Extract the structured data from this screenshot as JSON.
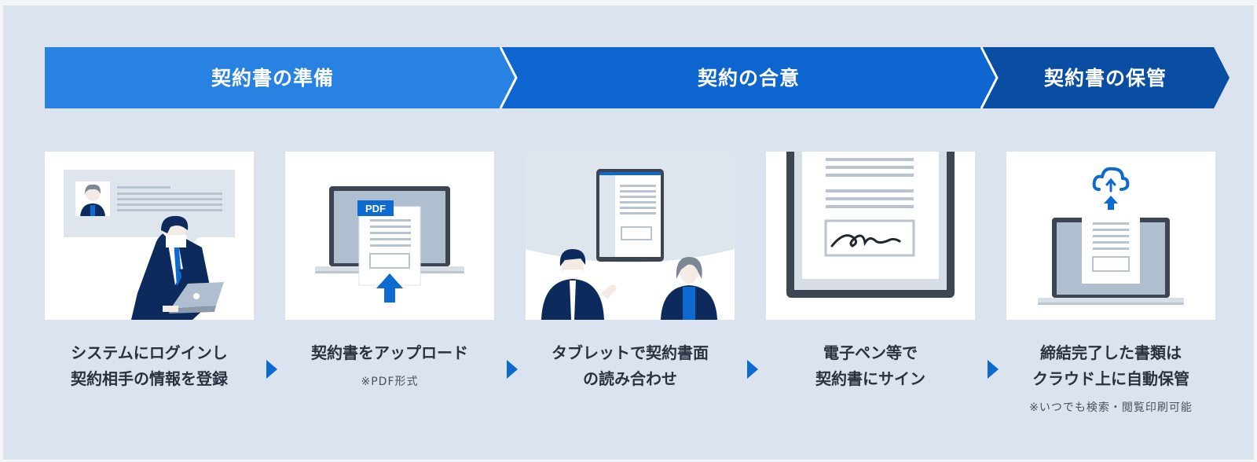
{
  "phases": [
    {
      "label": "契約書の準備",
      "color": "#2782e2"
    },
    {
      "label": "契約の合意",
      "color": "#0d65cf"
    },
    {
      "label": "契約書の保管",
      "color": "#0a4ea4"
    }
  ],
  "steps": [
    {
      "line1": "システムにログインし",
      "line2": "契約相手の情報を登録",
      "note": ""
    },
    {
      "line1": "契約書をアップロード",
      "line2": "",
      "note": "※PDF形式"
    },
    {
      "line1": "タブレットで契約書面",
      "line2": "の読み合わせ",
      "note": ""
    },
    {
      "line1": "電子ペン等で",
      "line2": "契約書にサイン",
      "note": ""
    },
    {
      "line1": "締結完了した書類は",
      "line2": "クラウド上に自動保管",
      "note": "※いつでも検索・閲覧印刷可能"
    }
  ],
  "pdf_badge": "PDF",
  "colors": {
    "navy": "#0c2a5c",
    "accent": "#0d6ad0",
    "panel": "#dbe3ee",
    "gray": "#b0bfcf"
  }
}
